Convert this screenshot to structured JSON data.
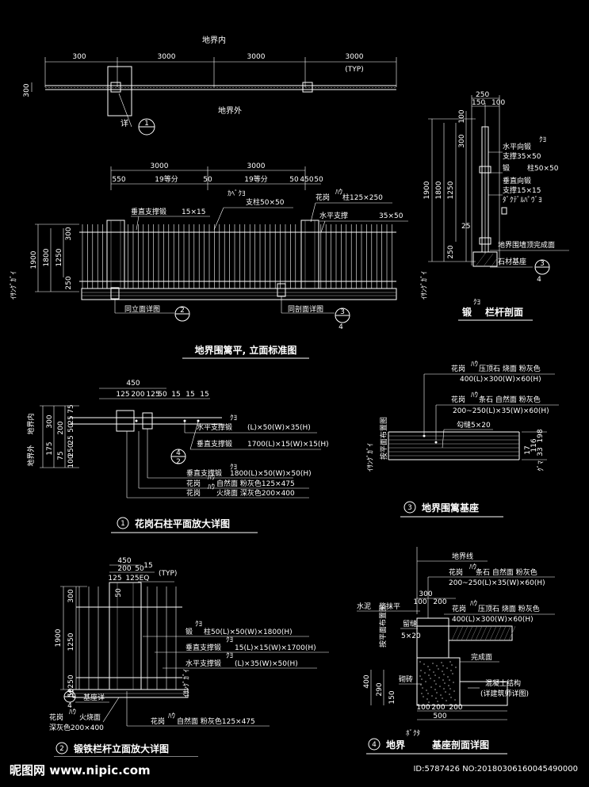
{
  "diagram": {
    "plan_top": {
      "inside_label": "地界内",
      "outside_label": "地界外",
      "dims": [
        "300",
        "3000",
        "3000",
        "3000"
      ],
      "typ": "(TYP)",
      "side_dim": "300",
      "detail_callout": "详",
      "detail_num": "1"
    },
    "elevation": {
      "dims_top": [
        "3000",
        "3000"
      ],
      "dims_sub": [
        "550",
        "19等分",
        "50",
        "19等分",
        "50",
        "450",
        "50"
      ],
      "left_dims": [
        "1900",
        "1800",
        "1250",
        "300",
        "250"
      ],
      "ground_label": "ｲｻﾝｸﾞｶﾞｲ",
      "labels": {
        "vertical_brace": "垂直支撑锻",
        "vertical_brace_size": "15×15",
        "post_kana": "ｶﾍﾞｸﾖ",
        "post": "支柱50×50",
        "granite": "花岗",
        "granite_kana": "ﾊｳ",
        "granite_col": "柱125×250",
        "horizontal_brace": "水平支撑",
        "horizontal_brace_size": "35×50"
      },
      "callout_left": "同立面详图",
      "callout_left_num": "2",
      "callout_right": "同剖面详图",
      "callout_right_num": "3",
      "callout_right_sub": "4",
      "title": "地界围篱平, 立面标准图"
    },
    "section_rail": {
      "top_dims": [
        "250",
        "150",
        "100"
      ],
      "left_dims": [
        "1900",
        "1800",
        "1250",
        "100",
        "300",
        "25",
        "250"
      ],
      "labels": [
        "水平向锻",
        "支撑35×50",
        "锻",
        "柱50×50",
        "垂直向锻",
        "支撑15×15",
        "地界围墙顶完成面",
        "石材基座"
      ],
      "kana1": "ｸﾖ",
      "kana2": "ﾀﾞｸﾃﾞﾙﾊﾟｳﾞﾖ",
      "ground_label": "ｲｻﾝｸﾞｶﾞｲ",
      "callout_num": "3",
      "callout_sub": "4",
      "title_a": "锻",
      "title_kana": "ｸﾖ",
      "title_b": "栏杆剖面"
    },
    "plan_detail": {
      "top_dims": [
        "450",
        "125",
        "200",
        "125",
        "50",
        "15",
        "15",
        "15"
      ],
      "left_dims": [
        "300",
        "200",
        "75",
        "25",
        "175",
        "25",
        "75",
        "50",
        "250",
        "100"
      ],
      "inside_label": "地界内",
      "outside_label": "地界外",
      "labels": [
        "水平支撑锻",
        "(L)×50(W)×35(H)",
        "垂直支撑锻",
        "1700(L)×15(W)×15(H)",
        "垂直支撑锻",
        "1800(L)×50(W)×50(H)",
        "花岗",
        "自然面 粉灰色125×475",
        "花岗",
        "火烧面 深灰色200×400"
      ],
      "kana": "ｸﾖ",
      "kana2": "ﾊｳ",
      "callout_num": "4",
      "callout_sub": "2",
      "title_num": "1",
      "title": "花岗石柱平面放大详图"
    },
    "base": {
      "labels": [
        "花岗",
        "压顶石 烧面 粉灰色",
        "400(L)×300(W)×60(H)",
        "花岗",
        "条石 自然面 粉灰色",
        "200~250(L)×35(W)×60(H)",
        "勾缝5×20"
      ],
      "kana": "ﾊｳ",
      "side_label": "按平面布置图",
      "ground_label": "ｲｻﾝｸﾞｶﾞｲ",
      "right_dims": [
        "17",
        "116",
        "198",
        "33"
      ],
      "kana_right": "ｸﾞﾏ",
      "title_num": "3",
      "title": "地界围篱基座"
    },
    "rail_elevation": {
      "top_dims": [
        "450",
        "200",
        "50",
        "15",
        "125",
        "125",
        "EQ"
      ],
      "sub_dim": "50",
      "typ": "(TYP)",
      "left_dims": [
        "1900",
        "300",
        "1250",
        "250",
        "50"
      ],
      "labels": [
        "锻",
        "柱50(L)×50(W)×1800(H)",
        "垂直支撑锻",
        "15(L)×15(W)×1700(H)",
        "水平支撑锻",
        "(L)×35(W)×50(H)",
        "基座详",
        "花岗",
        "火烧面",
        "深灰色200×400",
        "花岗",
        "自然面 粉灰色125×475"
      ],
      "kana": "ｸﾖ",
      "kana2": "ﾊｳ",
      "ground_label": "ｲｻﾝｸﾞｶﾞｲ",
      "callout_num": "3",
      "callout_sub": "4",
      "title_num": "2",
      "title": "锻铁栏杆立面放大详图"
    },
    "base_section": {
      "labels": [
        "地界线",
        "花岗",
        "条石 自然面 粉灰色",
        "200~250(L)×35(W)×60(H)",
        "水泥",
        "浆抹平",
        "花岗",
        "压顶石 烧面 粉灰色",
        "400(L)×300(W)×60(H)",
        "留缝",
        "5×20",
        "完成面",
        "砌砖",
        "混凝土结构",
        "(详建筑师详图)"
      ],
      "kana": "ﾊｳ",
      "top_dims": [
        "300",
        "100",
        "200"
      ],
      "left_dims": [
        "400",
        "290",
        "150"
      ],
      "bottom_dims": [
        "100",
        "200",
        "200",
        "500"
      ],
      "side_label": "按平面布置图",
      "title_num": "4",
      "title_a": "地界",
      "title_kana": "ﾎﾞｸﾀ",
      "title_b": "基座剖面详图"
    }
  },
  "watermark": {
    "logo": "昵图网 www.nipic.com",
    "id": "ID:5787426 NO:20180306160045490000"
  }
}
